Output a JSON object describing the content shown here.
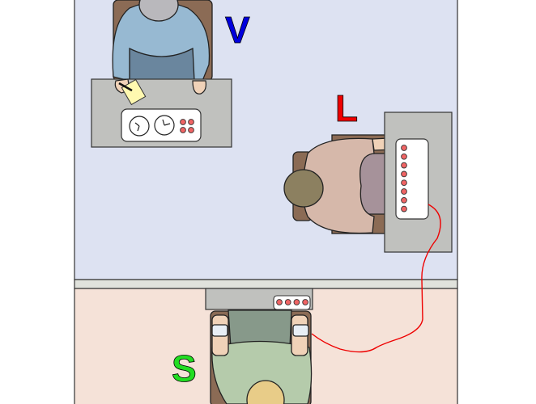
{
  "labels": {
    "experimenter": "V",
    "teacher": "L",
    "learner": "S"
  },
  "colors": {
    "experimenter_label": "#0000dd",
    "teacher_label": "#ee0000",
    "learner_label": "#22dd22",
    "upper_room": "#dde2f2",
    "lower_room": "#f5e2d8",
    "wire": "#ee0000"
  },
  "teacher_panel_buttons": 8,
  "experimenter_panel_buttons": 4,
  "learner_panel_buttons": 4
}
